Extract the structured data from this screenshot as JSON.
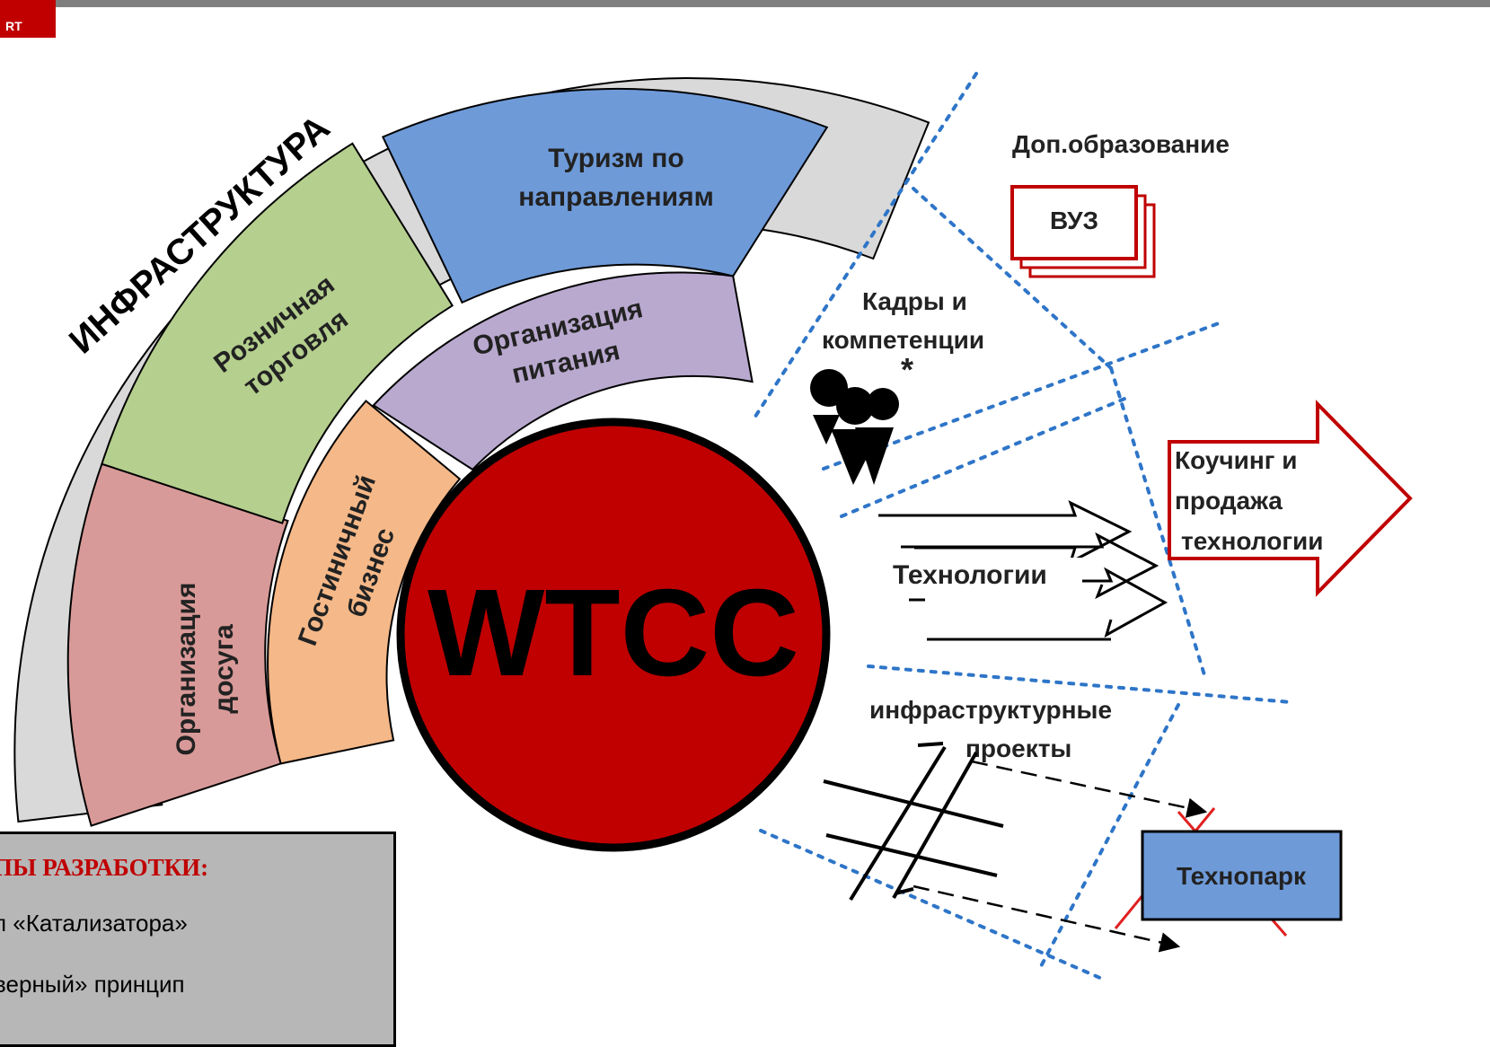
{
  "logo": {
    "line1": "",
    "line2": "RT"
  },
  "arc": {
    "outer_label": "ИНФРАСТРУКТУРА",
    "segments": {
      "tourism": [
        "Туризм по",
        "направлениям"
      ],
      "retail": [
        "Розничная",
        "торговля"
      ],
      "leisure": [
        "Организация",
        "досуга"
      ],
      "catering": [
        "Организация",
        "питания"
      ],
      "hotel": [
        "Гостиничный",
        "бизнес"
      ]
    }
  },
  "center": {
    "label": "WTCC"
  },
  "right": {
    "education": "Доп.образование",
    "university": "ВУЗ",
    "staff": [
      "Кадры и",
      "компетенции"
    ],
    "asterisk": "*",
    "technologies": "Технологии",
    "coaching": [
      "Коучинг и",
      "продажа",
      "технологии"
    ],
    "infra_projects": [
      "инфраструктурные",
      "проекты"
    ],
    "technopark": "Технопарк"
  },
  "principles": {
    "title": "ПЫ РАЗРАБОТКИ:",
    "items": [
      "п «Катализатора»",
      "верный» принцип"
    ]
  },
  "colors": {
    "red": "#c00000",
    "blue_segment": "#6e9ad8",
    "green_segment": "#b5cf8e",
    "pink_segment": "#d89a98",
    "lilac_segment": "#b9a9cf",
    "orange_segment": "#f5b888",
    "grey_ring": "#d9d9d9",
    "dotted_blue": "#2e75c8"
  }
}
